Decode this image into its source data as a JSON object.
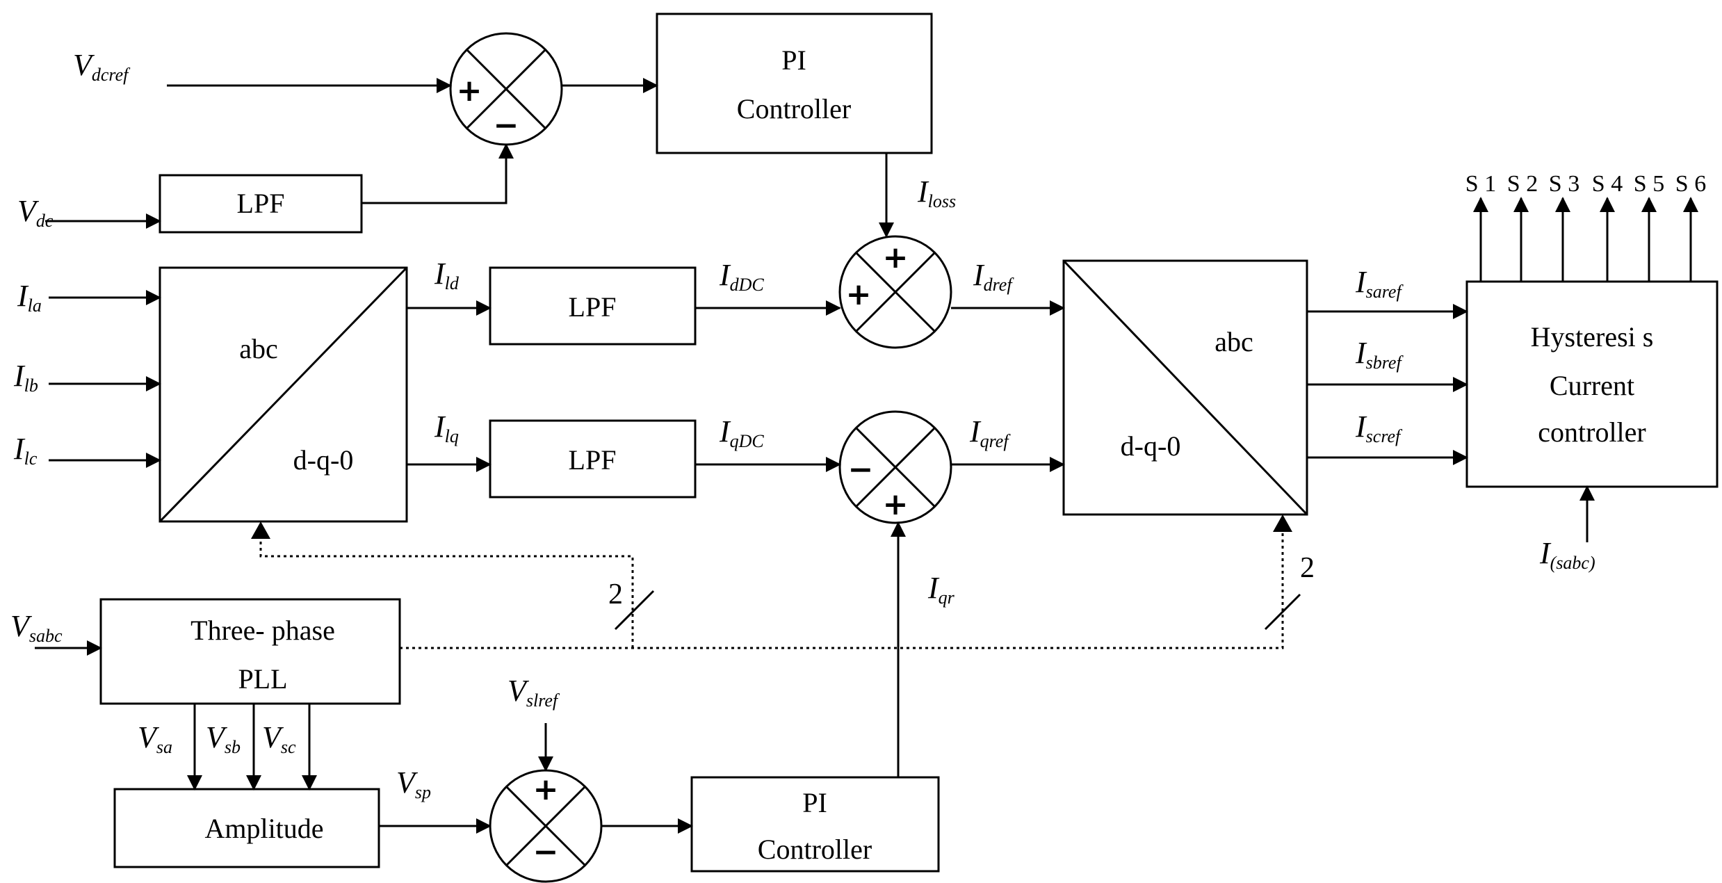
{
  "blocks": {
    "pi_top": [
      "PI",
      "Controller"
    ],
    "lpf_vdc": "LPF",
    "lpf_id": "LPF",
    "lpf_iq": "LPF",
    "abc_dq0": {
      "top": "abc",
      "bottom": "d-q-0"
    },
    "dq0_abc": {
      "top": "abc",
      "bottom": "d-q-0"
    },
    "hysteresis": [
      "Hysteresi s",
      "Current",
      "controller"
    ],
    "pll": [
      "Three- phase",
      "PLL"
    ],
    "amplitude": "Amplitude",
    "pi_bottom": [
      "PI",
      "Controller"
    ]
  },
  "signs": {
    "plus": "+",
    "minus": "−"
  },
  "signals": {
    "vdcref": {
      "main": "V",
      "sub": "dcref"
    },
    "vdc": {
      "main": "V",
      "sub": "dc"
    },
    "ila": {
      "main": "I",
      "sub": "la"
    },
    "ilb": {
      "main": "I",
      "sub": "lb"
    },
    "ilc": {
      "main": "I",
      "sub": "lc"
    },
    "ild": {
      "main": "I",
      "sub": "ld"
    },
    "ilq": {
      "main": "I",
      "sub": "lq"
    },
    "iddc": {
      "main": "I",
      "sub": "dDC"
    },
    "iqdc": {
      "main": "I",
      "sub": "qDC"
    },
    "iloss": {
      "main": "I",
      "sub": "loss"
    },
    "idref": {
      "main": "I",
      "sub": "dref"
    },
    "iqref": {
      "main": "I",
      "sub": "qref"
    },
    "iqr": {
      "main": "I",
      "sub": "qr"
    },
    "isaref": {
      "main": "I",
      "sub": "saref"
    },
    "isbref": {
      "main": "I",
      "sub": "sbref"
    },
    "iscref": {
      "main": "I",
      "sub": "scref"
    },
    "isabc": {
      "main": "I",
      "sub": "(sabc)"
    },
    "vsabc": {
      "main": "V",
      "sub": "sabc"
    },
    "vsa": {
      "main": "V",
      "sub": "sa"
    },
    "vsb": {
      "main": "V",
      "sub": "sb"
    },
    "vsc": {
      "main": "V",
      "sub": "sc"
    },
    "vsp": {
      "main": "V",
      "sub": "sp"
    },
    "vslref": {
      "main": "V",
      "sub": "slref"
    }
  },
  "switches": [
    "S 1",
    "S 2",
    "S 3",
    "S 4",
    "S 5",
    "S 6"
  ],
  "bus_width": "2"
}
